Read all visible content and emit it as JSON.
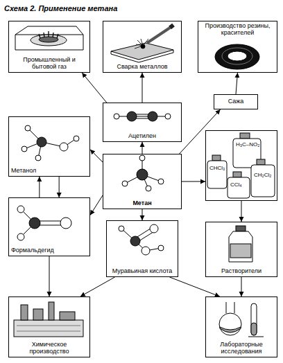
{
  "diagram": {
    "title": "Схема 2. Применение метана",
    "nodes": [
      {
        "text": [
          "Промышленный и бытовой газ"
        ]
      },
      {
        "text": [
          "Сварка металлов"
        ]
      },
      {
        "text": [
          "Производство резины, красителей"
        ]
      },
      {
        "text": [
          "Ацетилен"
        ]
      },
      {
        "text": [
          "Сажа"
        ]
      },
      {
        "text": [
          "Метанол"
        ]
      },
      {
        "text": [
          "Метан"
        ]
      },
      {
        "text": [
          "H₃C–NO₂",
          "CHCl₃",
          "CCl₄",
          "CH₂Cl₂"
        ]
      },
      {
        "text": [
          "Формальдегид"
        ]
      },
      {
        "text": [
          "Муравьиная кислота"
        ]
      },
      {
        "text": [
          "Растворители"
        ]
      },
      {
        "text": [
          "Химическое производство"
        ]
      },
      {
        "text": [
          "Лабораторные исследования"
        ]
      }
    ],
    "edges": [
      {
        "from": 6,
        "to": 3,
        "arrow": "to"
      },
      {
        "from": 3,
        "to": 0,
        "arrow": "to"
      },
      {
        "from": 3,
        "to": 1,
        "arrow": "to"
      },
      {
        "from": 6,
        "to": 4,
        "arrow": "to"
      },
      {
        "from": 4,
        "to": 2,
        "arrow": "to"
      },
      {
        "from": 6,
        "to": 5,
        "arrow": "to"
      },
      {
        "from": 6,
        "to": 8,
        "arrow": "to"
      },
      {
        "from": 5,
        "to": 8,
        "arrow": "to"
      },
      {
        "from": 8,
        "to": 5,
        "arrow": "to"
      },
      {
        "from": 6,
        "to": 9,
        "arrow": "to"
      },
      {
        "from": 6,
        "to": 7,
        "arrow": "to"
      },
      {
        "from": 7,
        "to": 10,
        "arrow": "to"
      },
      {
        "from": 10,
        "to": 12,
        "arrow": "to"
      },
      {
        "from": 9,
        "to": 11,
        "arrow": "to"
      },
      {
        "from": 9,
        "to": 12,
        "arrow": "to"
      },
      {
        "from": 8,
        "to": 11,
        "arrow": "to"
      }
    ]
  }
}
